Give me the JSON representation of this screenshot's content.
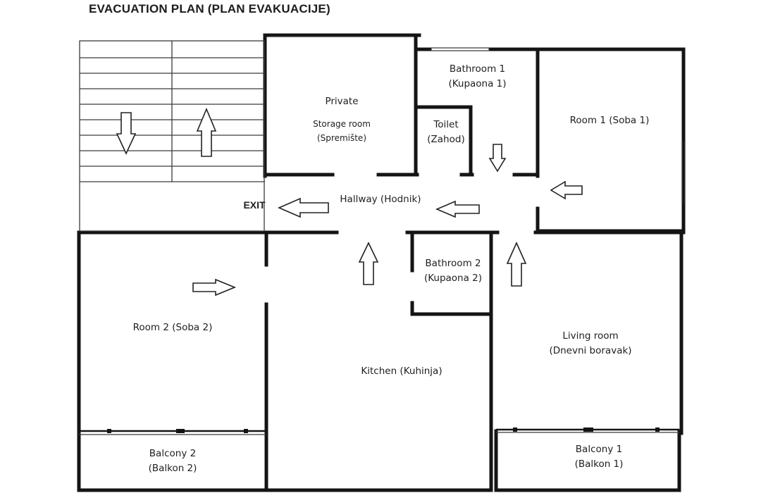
{
  "title": "EVACUATION PLAN (PLAN EVAKUACIJE)",
  "labels": {
    "private": "Private",
    "storage_room": "Storage room",
    "storage_room_local": "(Spremište)",
    "bathroom1": "Bathroom 1",
    "bathroom1_local": "(Kupaona 1)",
    "toilet": "Toilet",
    "toilet_local": "(Zahod)",
    "room1": "Room 1 (Soba 1)",
    "hallway": "Hallway (Hodnik)",
    "exit": "EXIT",
    "bathroom2": "Bathroom 2",
    "bathroom2_local": "(Kupaona 2)",
    "room2": "Room 2 (Soba 2)",
    "kitchen": "Kitchen (Kuhinja)",
    "living_room": "Living room",
    "living_room_local": "(Dnevni boravak)",
    "balcony2": "Balcony 2",
    "balcony2_local": "(Balkon 2)",
    "balcony1": "Balcony 1",
    "balcony1_local": "(Balkon 1)"
  },
  "arrows": [
    {
      "id": "stairs-down-arrow",
      "dir": "down"
    },
    {
      "id": "stairs-up-arrow",
      "dir": "up"
    },
    {
      "id": "bathroom1-exit-arrow",
      "dir": "down"
    },
    {
      "id": "room1-exit-arrow",
      "dir": "left"
    },
    {
      "id": "hallway-exit-arrow",
      "dir": "left"
    },
    {
      "id": "hallway-mid-arrow",
      "dir": "left"
    },
    {
      "id": "kitchen-exit-arrow",
      "dir": "up"
    },
    {
      "id": "living-room-exit-arrow",
      "dir": "up"
    },
    {
      "id": "room2-exit-arrow",
      "dir": "right"
    }
  ],
  "colors": {
    "wall": "#141414",
    "thin_line": "#3a3a3a",
    "arrow": "#222222"
  }
}
